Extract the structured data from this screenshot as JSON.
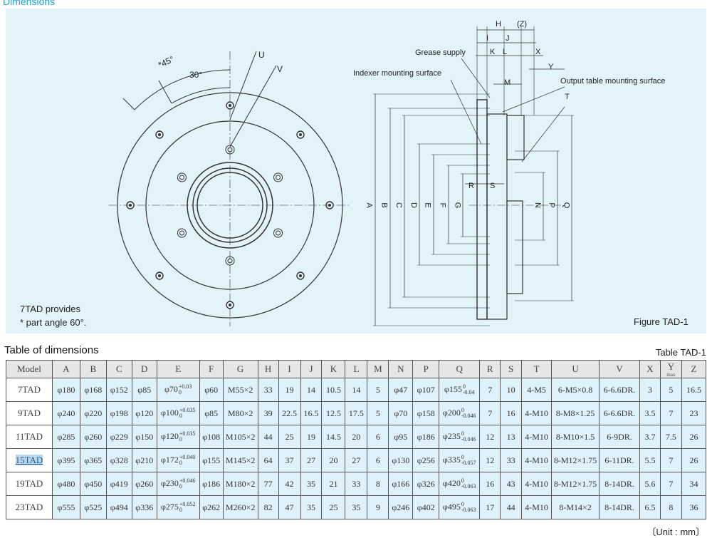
{
  "section_title": "Dimensions",
  "figure": {
    "angle_label_1": "*45°",
    "angle_label_2": "30°",
    "label_u": "U",
    "label_v": "V",
    "note_line1": "7TAD provides",
    "note_line2": "* part angle 60°.",
    "caption": "Figure  TAD-1",
    "grease_supply": "Grease supply",
    "indexer_surface": "Indexer mounting surface",
    "output_surface": "Output table mounting surface",
    "top_dims": [
      "H",
      "(Z)",
      "I",
      "J",
      "K",
      "L",
      "X",
      "Y",
      "M",
      "T"
    ],
    "left_dims": [
      "A",
      "B",
      "C",
      "D",
      "E",
      "F",
      "G"
    ],
    "mid_dims": [
      "R",
      "S"
    ],
    "right_dims": [
      "N",
      "P",
      "Q"
    ],
    "background_color": "#e3f3fa",
    "line_color": "#333333"
  },
  "table": {
    "title": "Table of dimensions",
    "caption": "Table  TAD-1",
    "unit": "〔Unit : mm〕",
    "headers": [
      "Model",
      "A",
      "B",
      "C",
      "D",
      "E",
      "F",
      "G",
      "H",
      "I",
      "J",
      "K",
      "L",
      "M",
      "N",
      "P",
      "Q",
      "R",
      "S",
      "T",
      "U",
      "V",
      "X",
      "Y",
      "Z"
    ],
    "y_sub": "max",
    "selected_model": "15TAD",
    "rows": [
      {
        "model": "7TAD",
        "A": "φ180",
        "B": "φ168",
        "C": "φ152",
        "D": "φ85",
        "E": {
          "v": "φ70",
          "up": "+0.03",
          "lo": "0"
        },
        "F": "φ60",
        "G": "M55×2",
        "H": "33",
        "I": "19",
        "J": "14",
        "K": "10.5",
        "L": "14",
        "M": "5",
        "N": "φ47",
        "P": "φ107",
        "Q": {
          "v": "φ155",
          "up": "0",
          "lo": "-0.04"
        },
        "R": "7",
        "S": "10",
        "T": "4-M5",
        "U": "6-M5×0.8",
        "V": "6-6.6DR.",
        "X": "3",
        "Y": "5",
        "Z": "16.5"
      },
      {
        "model": "9TAD",
        "A": "φ240",
        "B": "φ220",
        "C": "φ198",
        "D": "φ120",
        "E": {
          "v": "φ100",
          "up": "+0.035",
          "lo": "0"
        },
        "F": "φ85",
        "G": "M80×2",
        "H": "39",
        "I": "22.5",
        "J": "16.5",
        "K": "12.5",
        "L": "17.5",
        "M": "5",
        "N": "φ70",
        "P": "φ158",
        "Q": {
          "v": "φ200",
          "up": "0",
          "lo": "-0.046"
        },
        "R": "7",
        "S": "16",
        "T": "4-M10",
        "U": "8-M8×1.25",
        "V": "6-6.6DR.",
        "X": "3.5",
        "Y": "7",
        "Z": "23"
      },
      {
        "model": "11TAD",
        "A": "φ285",
        "B": "φ260",
        "C": "φ229",
        "D": "φ150",
        "E": {
          "v": "φ120",
          "up": "+0.035",
          "lo": "0"
        },
        "F": "φ108",
        "G": "M105×2",
        "H": "44",
        "I": "25",
        "J": "19",
        "K": "14.5",
        "L": "20",
        "M": "6",
        "N": "φ95",
        "P": "φ186",
        "Q": {
          "v": "φ235",
          "up": "0",
          "lo": "-0.046"
        },
        "R": "12",
        "S": "13",
        "T": "4-M10",
        "U": "8-M10×1.5",
        "V": "6-9DR.",
        "X": "3.7",
        "Y": "7.5",
        "Z": "26"
      },
      {
        "model": "15TAD",
        "A": "φ395",
        "B": "φ365",
        "C": "φ328",
        "D": "φ210",
        "E": {
          "v": "φ172",
          "up": "+0.040",
          "lo": "0"
        },
        "F": "φ155",
        "G": "M145×2",
        "H": "64",
        "I": "37",
        "J": "27",
        "K": "20",
        "L": "27",
        "M": "6",
        "N": "φ130",
        "P": "φ256",
        "Q": {
          "v": "φ335",
          "up": "0",
          "lo": "-0.057"
        },
        "R": "12",
        "S": "33",
        "T": "4-M10",
        "U": "8-M12×1.75",
        "V": "6-11DR.",
        "X": "5.5",
        "Y": "7",
        "Z": "26"
      },
      {
        "model": "19TAD",
        "A": "φ480",
        "B": "φ450",
        "C": "φ419",
        "D": "φ260",
        "E": {
          "v": "φ230",
          "up": "+0.046",
          "lo": "0"
        },
        "F": "φ186",
        "G": "M180×2",
        "H": "77",
        "I": "42",
        "J": "35",
        "K": "21",
        "L": "33",
        "M": "8",
        "N": "φ166",
        "P": "φ326",
        "Q": {
          "v": "φ420",
          "up": "0",
          "lo": "-0.063"
        },
        "R": "16",
        "S": "43",
        "T": "4-M10",
        "U": "8-M12×1.75",
        "V": "8-14DR.",
        "X": "5.6",
        "Y": "7",
        "Z": "34"
      },
      {
        "model": "23TAD",
        "A": "φ555",
        "B": "φ525",
        "C": "φ494",
        "D": "φ336",
        "E": {
          "v": "φ275",
          "up": "+0.052",
          "lo": "0"
        },
        "F": "φ262",
        "G": "M260×2",
        "H": "82",
        "I": "47",
        "J": "35",
        "K": "25",
        "L": "35",
        "M": "9",
        "N": "φ246",
        "P": "φ402",
        "Q": {
          "v": "φ495",
          "up": "0",
          "lo": "-0.063"
        },
        "R": "17",
        "S": "44",
        "T": "4-M10",
        "U": "8-M14×2",
        "V": "8-14DR.",
        "X": "6.5",
        "Y": "8",
        "Z": "36"
      }
    ]
  }
}
